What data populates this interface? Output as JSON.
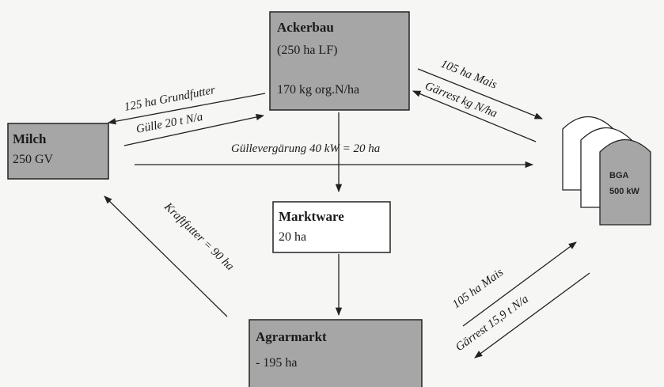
{
  "colors": {
    "box_gray": "#a6a6a6",
    "box_white": "#ffffff",
    "stroke": "#222222",
    "background": "#f6f6f4"
  },
  "nodes": {
    "ackerbau": {
      "title": "Ackerbau",
      "line1": "(250 ha LF)",
      "line2": "170 kg org.N/ha"
    },
    "milch": {
      "title": "Milch",
      "line1": "250 GV"
    },
    "marktware": {
      "title": "Marktware",
      "line1": "20 ha"
    },
    "agrarmarkt": {
      "title": "Agrarmarkt",
      "line1": "- 195 ha"
    },
    "bga": {
      "title": "BGA",
      "line1": "500 kW",
      "icon": "biogas-tanks-icon"
    }
  },
  "flows": {
    "grundfutter": "125 ha Grundfutter",
    "guelle": "Gülle 20 t N/a",
    "guellevergaerung": "Güllevergärung  40 kW = 20 ha",
    "mais_top": "105 ha Mais",
    "gaerrest_top": "Gärrest  kg N/ha",
    "kraftfutter": "Kraftfutter = 90 ha",
    "mais_bottom": "105 ha Mais",
    "gaerrest_bottom": "Gärrest 15,9 t N/a"
  }
}
